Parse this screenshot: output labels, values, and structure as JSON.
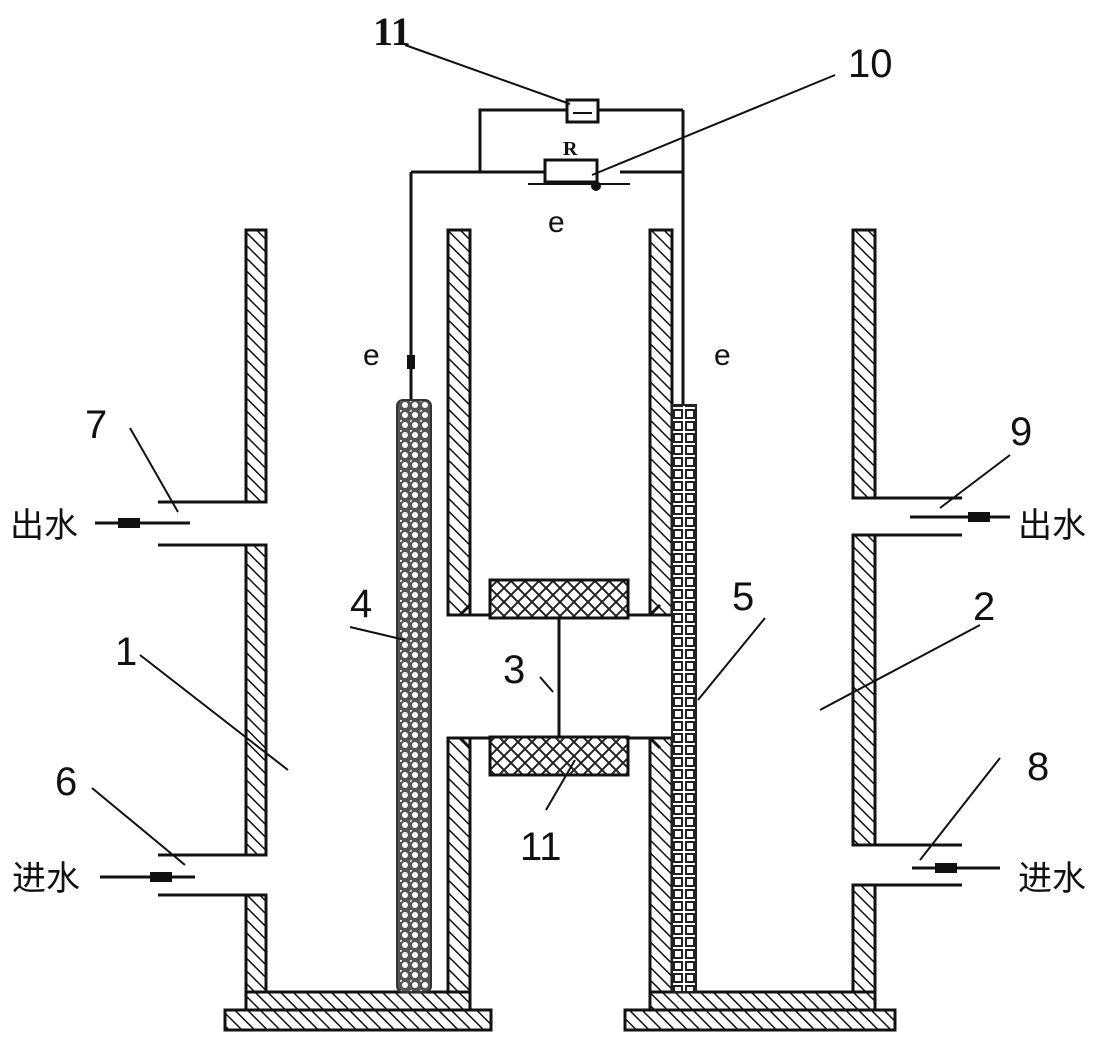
{
  "labels": {
    "n1": "1",
    "n2": "2",
    "n3": "3",
    "n4": "4",
    "n5": "5",
    "n6": "6",
    "n7": "7",
    "n8": "8",
    "n9": "9",
    "n10": "10",
    "n11_top": "11",
    "n11_bottom": "11",
    "e_top": "e",
    "e_left": "e",
    "e_right": "e",
    "resistor": "R",
    "outlet_left": "出水",
    "outlet_right": "出水",
    "inlet_left": "进水",
    "inlet_right": "进水"
  }
}
